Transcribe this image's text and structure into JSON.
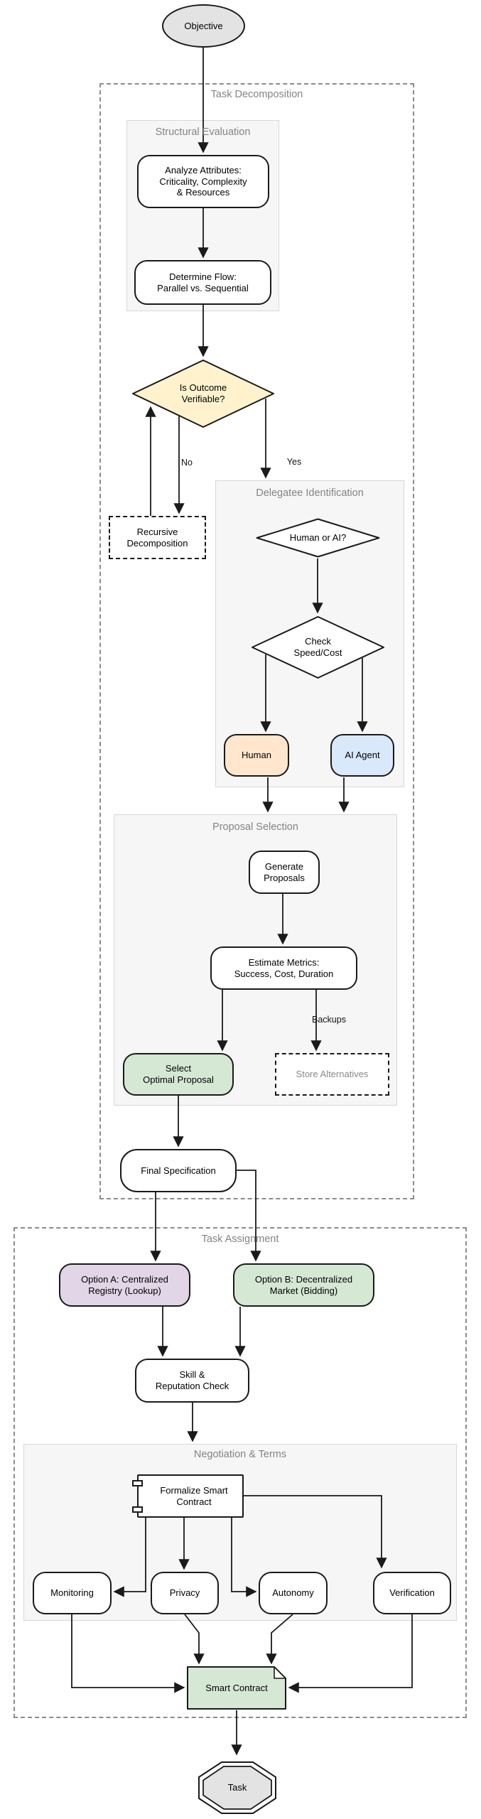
{
  "diagram": {
    "type": "flowchart",
    "palette": {
      "gray_fill": "#e3e3e3",
      "yellow_fill": "#fff2cc",
      "orange_fill": "#ffe6cc",
      "blue_fill": "#dae8fc",
      "green_fill": "#d5e8d4",
      "purple_fill": "#e1d5e7",
      "white_fill": "#ffffff",
      "node_stroke": "#1a1a1a"
    },
    "containers": {
      "task_decomposition": "Task Decomposition",
      "structural_evaluation": "Structural Evaluation",
      "delegatee_identification": "Delegatee Identification",
      "proposal_selection": "Proposal Selection",
      "task_assignment": "Task Assignment",
      "negotiation_terms": "Negotiation & Terms"
    },
    "nodes": {
      "objective": "Objective",
      "analyze": "Analyze Attributes:\nCriticality, Complexity\n& Resources",
      "determine": "Determine Flow:\nParallel vs. Sequential",
      "verifiable": "Is Outcome\nVerifiable?",
      "recursive": "Recursive\nDecomposition",
      "human_or_ai": "Human or AI?",
      "check_speed": "Check\nSpeed/Cost",
      "human": "Human",
      "ai_agent": "AI Agent",
      "generate": "Generate\nProposals",
      "estimate": "Estimate Metrics:\nSuccess, Cost, Duration",
      "select_optimal": "Select\nOptimal Proposal",
      "store_alternatives": "Store Alternatives",
      "final_spec": "Final Specification",
      "option_a": "Option A: Centralized\nRegistry (Lookup)",
      "option_b": "Option B: Decentralized\nMarket (Bidding)",
      "skill_check": "Skill &\nReputation Check",
      "formalize": "Formalize Smart\nContract",
      "monitoring": "Monitoring",
      "privacy": "Privacy",
      "autonomy": "Autonomy",
      "verification": "Verification",
      "smart_contract": "Smart Contract",
      "task": "Task"
    },
    "edge_labels": {
      "no": "No",
      "yes": "Yes",
      "backups": "Backups"
    }
  }
}
